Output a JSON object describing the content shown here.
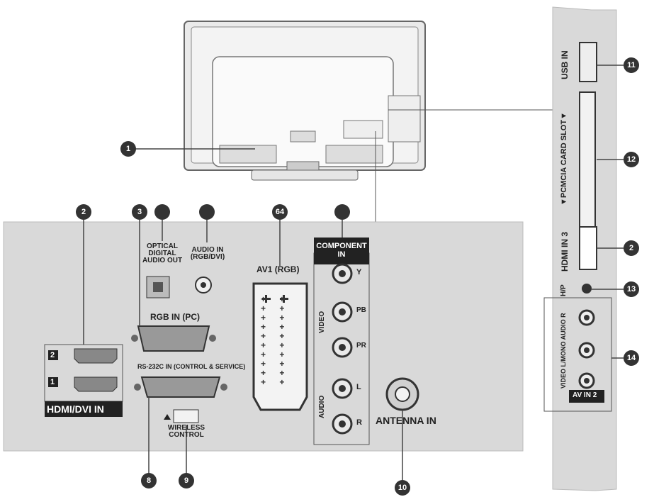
{
  "callouts": {
    "n1": "1",
    "n2": "2",
    "n3": "3",
    "n4": "",
    "n5": "",
    "n6": "64",
    "n7": "",
    "n8": "8",
    "n9": "9",
    "n10": "10",
    "n11": "11",
    "n12": "12",
    "n2b": "2",
    "n13": "13",
    "n14": "14"
  },
  "labels": {
    "optical": "OPTICAL\nDIGITAL\nAUDIO OUT",
    "audio_in": "AUDIO IN\n(RGB/DVI)",
    "av1": "AV1 (RGB)",
    "component_title": "COMPONENT\nIN",
    "rgb_in": "RGB IN (PC)",
    "rs232": "RS-232C IN (CONTROL & SERVICE)",
    "wireless": "WIRELESS\nCONTROL",
    "antenna": "ANTENNA IN",
    "hdmi_dvi": "HDMI/DVI IN",
    "hdmi_port2": "2",
    "hdmi_port1": "1",
    "comp_y": "Y",
    "comp_pb": "PB",
    "comp_pr": "PR",
    "comp_video": "VIDEO",
    "comp_audio": "AUDIO",
    "comp_l": "L",
    "comp_r": "R",
    "usb_in": "USB IN",
    "pcmcia": "▼PCMCIA CARD SLOT▼",
    "hdmi_in3": "HDMI IN 3",
    "hphone": "H/P",
    "side_av": "VIDEO  L/MONO  AUDIO  R",
    "av_in2": "AV IN 2"
  },
  "colors": {
    "panel": "#d9d9d9",
    "callout": "#333333",
    "line": "#555555"
  }
}
